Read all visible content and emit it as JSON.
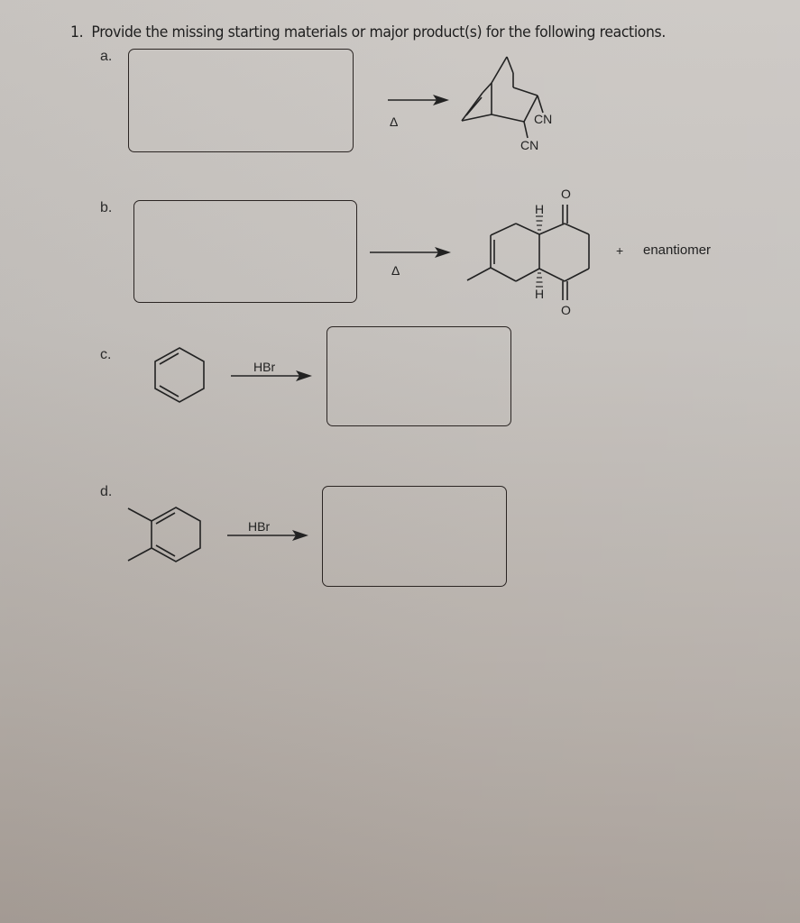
{
  "question": {
    "number": "1.",
    "text": "Provide the missing starting materials or major product(s) for the following reactions."
  },
  "reactions": [
    {
      "label": "a.",
      "answer_box": "starting-material",
      "condition_below": "Δ",
      "product": "bicyclo[2.2.2]octene with two CN substituents",
      "product_labels": [
        "CN",
        "CN"
      ]
    },
    {
      "label": "b.",
      "answer_box": "starting-material",
      "condition_below": "Δ",
      "product": "cis-fused octahydronaphthalene-1,4-dione with methyl alkene",
      "product_labels": [
        "H",
        "H",
        "O",
        "O"
      ],
      "suffix_plus": "+",
      "suffix_text": "enantiomer"
    },
    {
      "label": "c.",
      "reactant": "1,3-cyclohexadiene",
      "reagent_above": "HBr",
      "answer_box": "product"
    },
    {
      "label": "d.",
      "reactant": "2,3-dimethyl-1,3-cyclohexadiene",
      "reagent_above": "HBr",
      "answer_box": "product"
    }
  ]
}
